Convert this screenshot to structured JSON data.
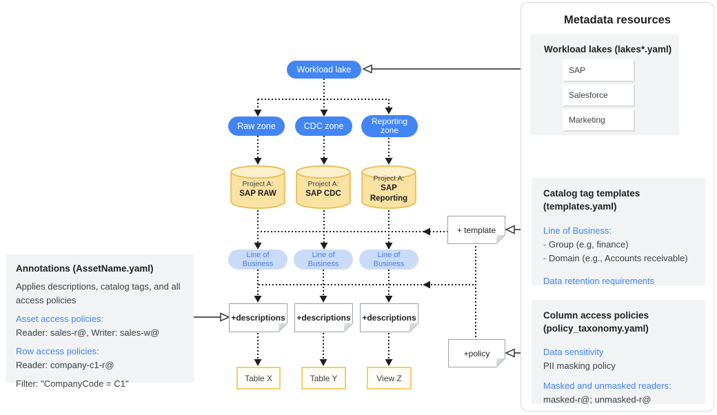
{
  "diagram": {
    "workload_lake_label": "Workload lake",
    "zones": [
      {
        "label": "Raw zone"
      },
      {
        "label": "CDC zone"
      },
      {
        "label": "Reporting zone"
      }
    ],
    "projects": [
      {
        "prefix": "Project A:",
        "name": "SAP RAW"
      },
      {
        "prefix": "Project A:",
        "name": "SAP CDC"
      },
      {
        "prefix": "Project A:",
        "name": "SAP Reporting"
      }
    ],
    "lob_pills": [
      {
        "label": "Line of Business"
      },
      {
        "label": "Line of Business"
      },
      {
        "label": "Line of Business"
      }
    ],
    "description_notes": [
      {
        "label": "+descriptions"
      },
      {
        "label": "+descriptions"
      },
      {
        "label": "+descriptions"
      }
    ],
    "template_note_label": "+ template",
    "policy_note_label": "+policy",
    "outputs": [
      {
        "label": "Table X"
      },
      {
        "label": "Table Y"
      },
      {
        "label": "View Z"
      }
    ]
  },
  "annotations_panel": {
    "title": "Annotations (AssetName.yaml)",
    "description": "Applies descriptions, catalog tags, and all access policies",
    "asset_heading": "Asset access policies:",
    "asset_value": "Reader: sales-r@, Writer: sales-w@",
    "row_heading": "Row access policies:",
    "row_value": "Reader: company-c1-r@",
    "filter_value": "Filter: \"CompanyCode = C1\""
  },
  "metadata_panel": {
    "title": "Metadata resources",
    "workload_lakes": {
      "heading": "Workload lakes (lakes*.yaml)",
      "cards": [
        {
          "label": "SAP"
        },
        {
          "label": "Salesforce"
        },
        {
          "label": "Marketing"
        }
      ]
    },
    "catalog": {
      "heading_line1": "Catalog tag templates",
      "heading_line2": "(templates.yaml)",
      "lob_heading": "Line of Business:",
      "items": [
        {
          "dash": "-",
          "label": "Group (e.g, finance)"
        },
        {
          "dash": "-",
          "label": "Domain (e.g., Accounts receivable)"
        }
      ],
      "retention_heading": "Data retention requirements"
    },
    "column_policies": {
      "heading_line1": "Column access policies",
      "heading_line2": "(policy_taxonomy.yaml)",
      "sensitivity_heading": "Data sensitivity",
      "sensitivity_value": "PII masking policy",
      "readers_heading": "Masked and unmasked readers:",
      "readers_value": "masked-r@; unmasked-r@"
    }
  },
  "colors": {
    "primary_blue": "#4285F4",
    "light_blue_fill": "#C9DBF7",
    "lob_text_blue": "#4A7DE8",
    "cylinder_fill": "#FAE2A2",
    "cylinder_top": "#FCEFCB",
    "cylinder_stroke": "#ECC05A",
    "table_border": "#F6CD67",
    "panel_gray": "#F1F3F4",
    "link_blue": "#4285F4"
  }
}
